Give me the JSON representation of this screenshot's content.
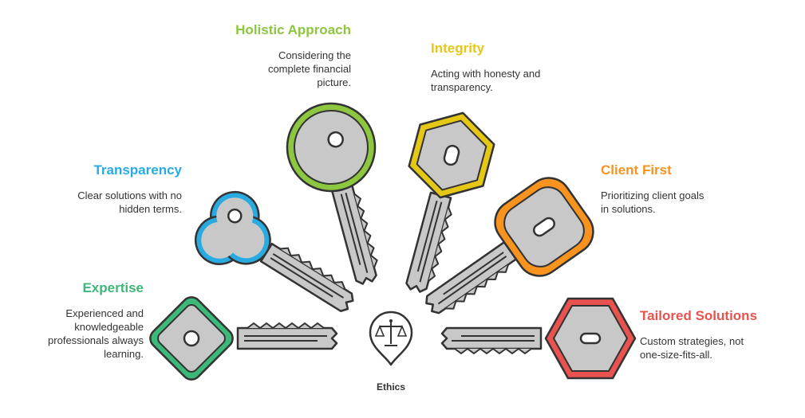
{
  "center": {
    "label": "Ethics",
    "icon": "scales-icon"
  },
  "colors": {
    "holistic": "#8DC63F",
    "integrity": "#E5C815",
    "transparency": "#29ABE2",
    "client_first": "#F7931E",
    "expertise": "#3CB878",
    "tailored": "#E8524F",
    "key_gray": "#C8C8C8",
    "outline": "#333333"
  },
  "items": {
    "holistic": {
      "title": "Holistic Approach",
      "desc": [
        "Considering the",
        "complete financial",
        "picture."
      ]
    },
    "integrity": {
      "title": "Integrity",
      "desc": [
        "Acting with honesty and",
        "transparency."
      ]
    },
    "transparency": {
      "title": "Transparency",
      "desc": [
        "Clear solutions with no",
        "hidden terms."
      ]
    },
    "client_first": {
      "title": "Client First",
      "desc": [
        "Prioritizing client goals",
        "in solutions."
      ]
    },
    "expertise": {
      "title": "Expertise",
      "desc": [
        "Experienced and",
        "knowledgeable",
        "professionals always",
        "learning."
      ]
    },
    "tailored": {
      "title": "Tailored Solutions",
      "desc": [
        "Custom strategies, not",
        "one-size-fits-all."
      ]
    }
  }
}
